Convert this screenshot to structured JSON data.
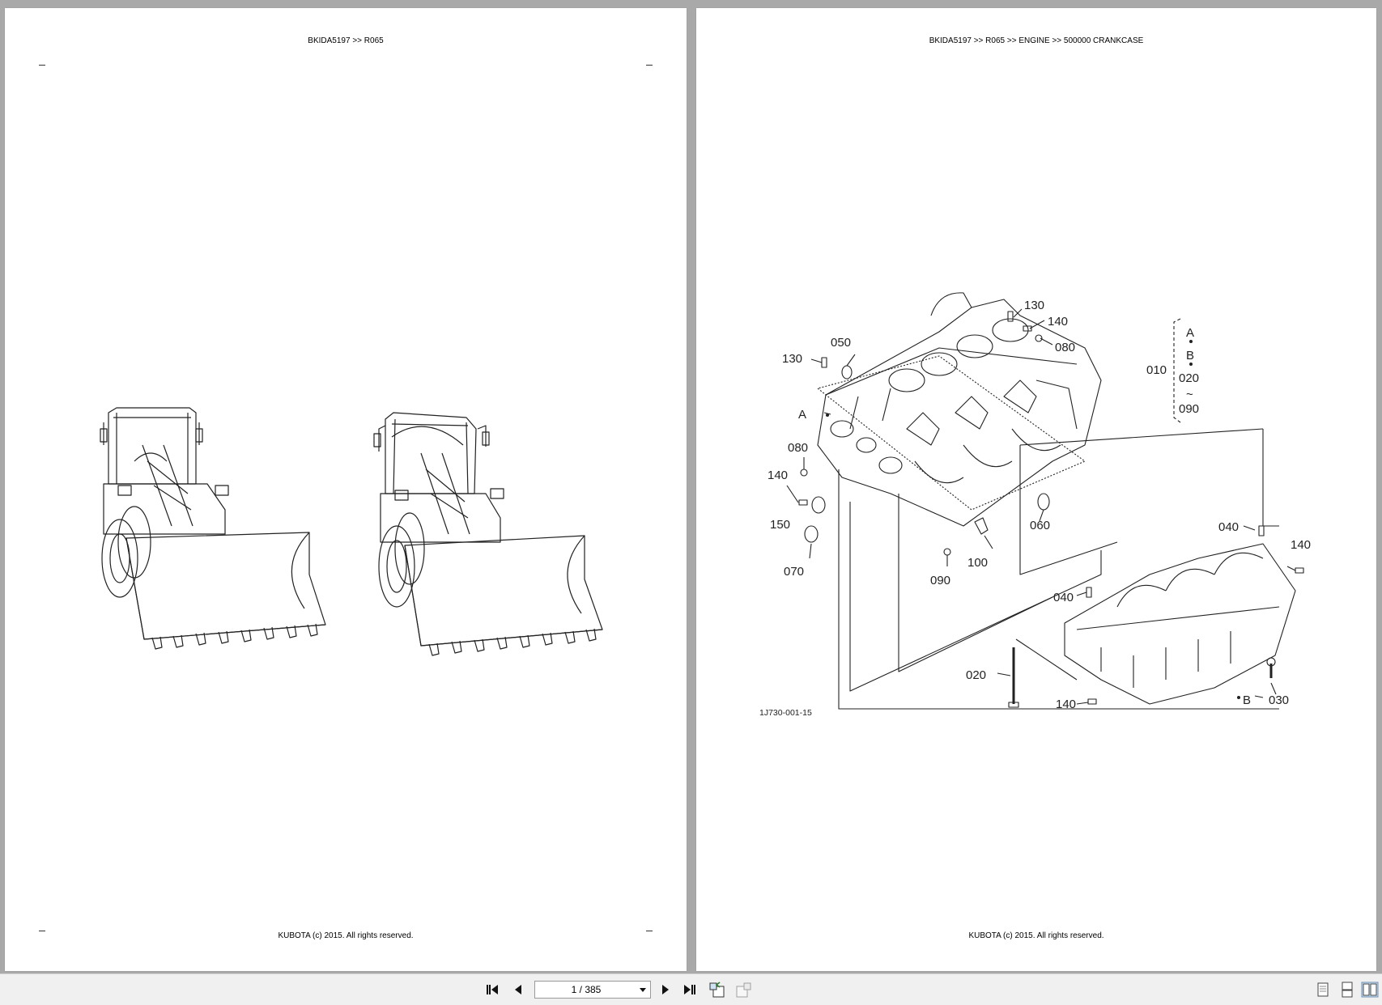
{
  "viewer": {
    "page_indicator": "1 / 385"
  },
  "left_page": {
    "header": "BKIDA5197 >> R065",
    "footer": "KUBOTA (c) 2015. All rights reserved."
  },
  "right_page": {
    "header": "BKIDA5197 >> R065 >> ENGINE >> 500000   CRANKCASE",
    "footer": "KUBOTA (c) 2015. All rights reserved.",
    "figure_code": "1J730-001-15",
    "callouts": {
      "c130a": "130",
      "c140a": "140",
      "c080a": "080",
      "c050": "050",
      "c130b": "130",
      "cA": "A",
      "c080b": "080",
      "c140b": "140",
      "c150": "150",
      "c070": "070",
      "c090": "090",
      "c100": "100",
      "c060": "060",
      "c040a": "040",
      "c140c": "140",
      "c040b": "040",
      "c020": "020",
      "c140d": "140",
      "cB": "B",
      "c030": "030"
    },
    "legend": {
      "A": "A",
      "B": "B",
      "ref": "010",
      "from": "020",
      "tilde": "~",
      "to": "090"
    }
  },
  "toolbar": {
    "icons": [
      "first-page-icon",
      "previous-page-icon",
      "next-page-icon",
      "last-page-icon",
      "previous-view-icon",
      "next-view-icon",
      "single-page-view-icon",
      "continuous-view-icon",
      "two-page-view-icon"
    ]
  }
}
